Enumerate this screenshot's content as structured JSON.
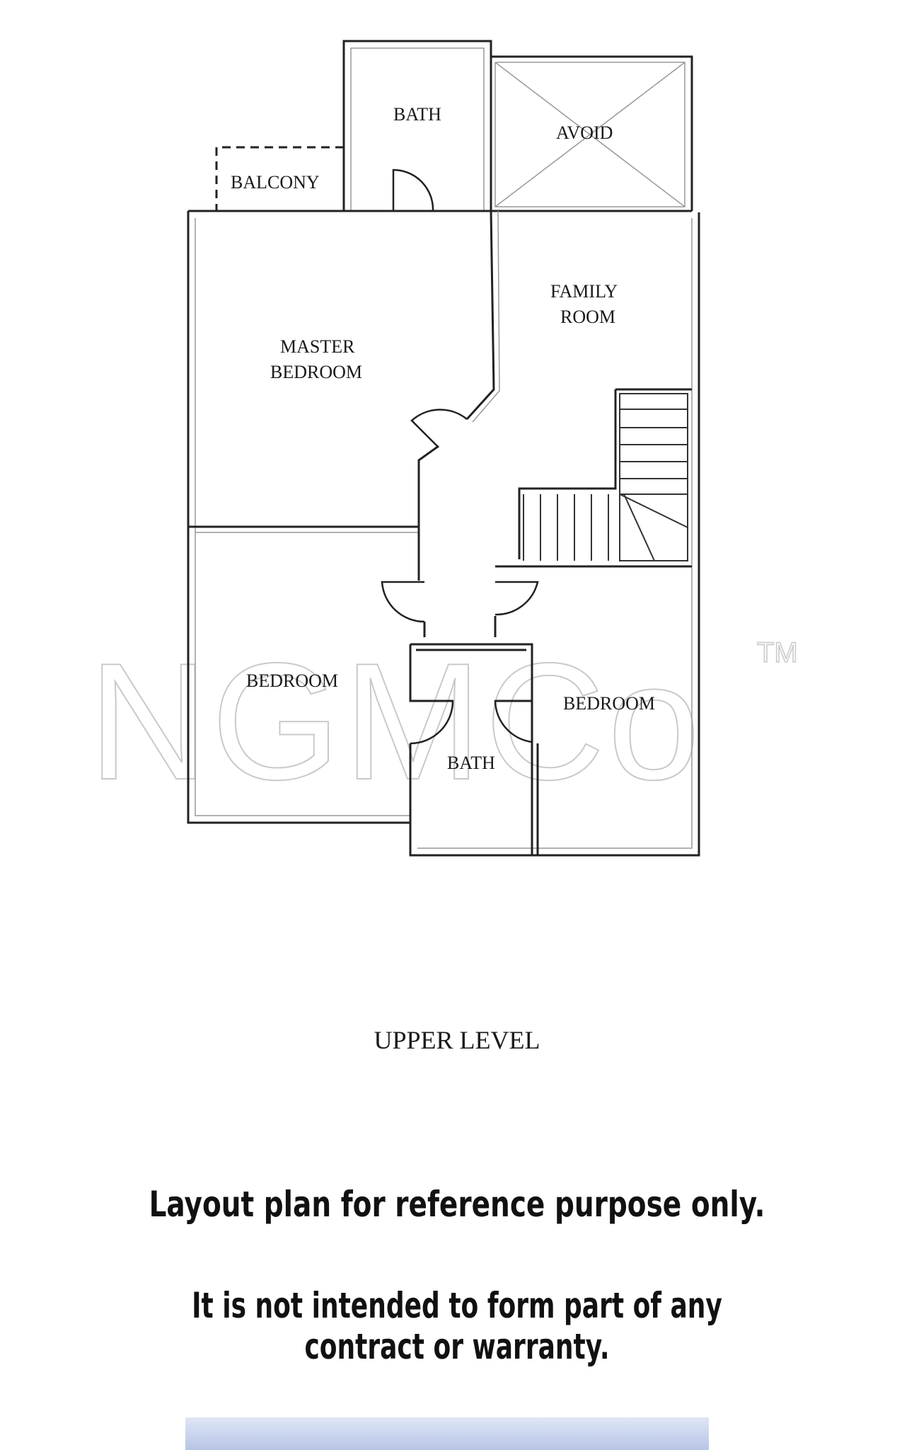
{
  "rooms": {
    "bath_top": "BATH",
    "void": "AVOID",
    "balcony": "BALCONY",
    "family_room_line1": "FAMILY",
    "family_room_line2": "ROOM",
    "master_line1": "MASTER",
    "master_line2": "BEDROOM",
    "bedroom_left": "BEDROOM",
    "bedroom_right": "BEDROOM",
    "bath_bottom": "BATH"
  },
  "watermark": {
    "text": "NGMCo",
    "tm": "TM"
  },
  "level_label": "UPPER LEVEL",
  "disclaimer": {
    "line1": "Layout plan for reference purpose only.",
    "line2": "It is not intended to form part of any contract or warranty."
  }
}
